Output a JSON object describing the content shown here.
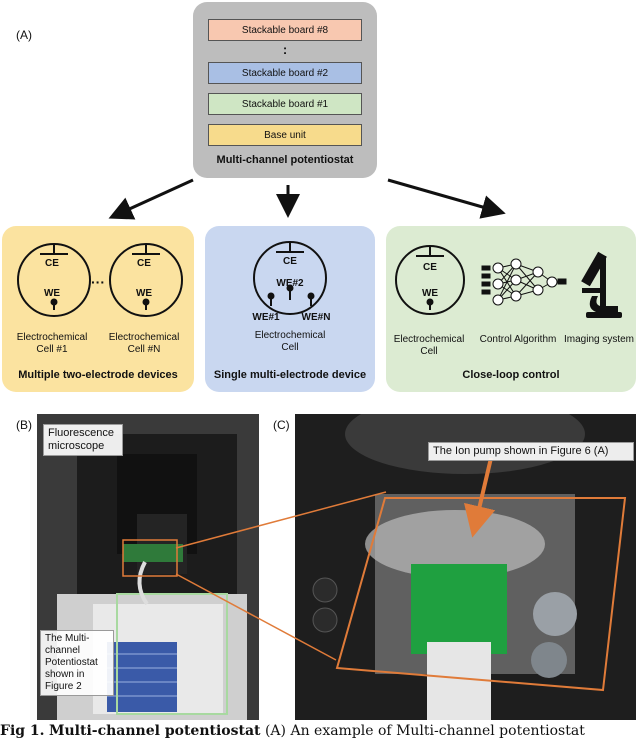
{
  "panel_a": {
    "label": "(A)",
    "stack": {
      "boards": [
        {
          "label": "Stackable board #8",
          "color": "#f8c8b0"
        },
        {
          "label": "Stackable board #2",
          "color": "#a9bfe4"
        },
        {
          "label": "Stackable board #1",
          "color": "#cfe6c4"
        },
        {
          "label": "Base unit",
          "color": "#f7db8c"
        }
      ],
      "dots": ":",
      "caption": "Multi-channel potentiostat",
      "bg": "#bdbdbd"
    },
    "groups": [
      {
        "bg": "#fbe3a0",
        "cell_top": "CE",
        "cell_bottom": "WE",
        "ellipsis": "···",
        "cell1_label": "Electrochemical\nCell #1",
        "cellN_label": "Electrochemical\nCell #N",
        "title": "Multiple two-electrode devices"
      },
      {
        "bg": "#c9d7f0",
        "cell_top": "CE",
        "we2": "WE#2",
        "we1": "WE#1",
        "weN": "WE#N",
        "cell_label": "Electrochemical\nCell",
        "title": "Single multi-electrode device"
      },
      {
        "bg": "#dcebd2",
        "cell_top": "CE",
        "cell_bottom": "WE",
        "cell_label": "Electrochemical\nCell",
        "algo_label": "Control Algorithm",
        "imaging_label": "Imaging system",
        "title": "Close-loop control"
      }
    ]
  },
  "panel_b": {
    "label": "(B)",
    "fluor_callout": "Fluorescence\nmicroscope",
    "pot_callout": "The Multi-\nchannel\nPotentiostat\nshown in\nFigure 2"
  },
  "panel_c": {
    "label": "(C)",
    "ion_callout": "The Ion pump shown in Figure 6 (A)",
    "accent": "#e07b39"
  },
  "caption": {
    "lead": "Fig 1.",
    "bold": "Multi-channel potentiostat",
    "rest": "(A) An example of Multi-channel potentiostat"
  }
}
